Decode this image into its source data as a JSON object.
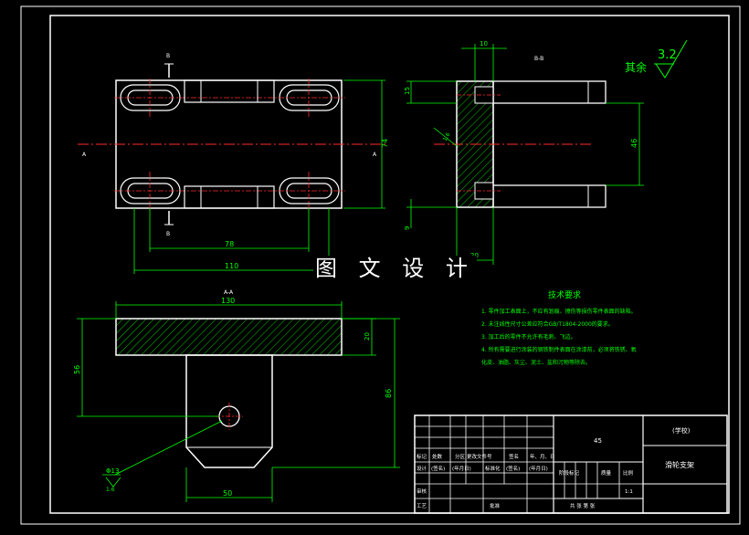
{
  "watermark": "图 文 设 计",
  "colors": {
    "background": "#000000",
    "outline": "#ffffff",
    "dimension": "#00ff00",
    "centerline": "#ff2a2a",
    "section_label": "#ffffff",
    "tech_text": "#00ff00"
  },
  "top_view": {
    "section_mark_top": "B",
    "section_mark_bottom": "B",
    "axis_mark_left": "A",
    "axis_mark_right": "A",
    "dim_height": "74",
    "dim_inner": "78",
    "dim_overall": "110"
  },
  "side_view": {
    "title": "B-B",
    "dim_top": "10",
    "dim_left_top": "15",
    "dim_right": "46",
    "dim_left_bottom": "9",
    "dim_bottom": "20",
    "roughness": "1.6"
  },
  "front_view": {
    "title": "A-A",
    "dim_width": "130",
    "dim_thickness": "20",
    "dim_hole_height": "56",
    "dim_total_height": "86",
    "dim_bottom": "50",
    "hole_label": "Φ13",
    "roughness": "1.6"
  },
  "surface_finish": {
    "label": "其余",
    "value": "3.2"
  },
  "tech_requirements": {
    "title": "技术要求",
    "items": [
      "1. 零件加工表面上，不应有划痕、擦伤等损伤零件表面的缺陷。",
      "2. 未注线性尺寸公差应符合GB/T1804-2000的要求。",
      "3. 加工后的零件不允许有毛刺、飞边。",
      "4. 所有需要进行涂装的钢铁制件表面在涂漆前，必须将铁锈、氧",
      "化皮、油脂、灰尘、泥土、盐和污物等除去。"
    ]
  },
  "title_block": {
    "material": "45",
    "school": "(学校)",
    "part_name": "滑轮支架",
    "scale_label": "比例",
    "scale_value": "1:1",
    "weight_label": "质量",
    "row_labels": [
      "标记",
      "处数",
      "分区",
      "更改文件号",
      "签名",
      "年、月、日"
    ],
    "row2_labels": [
      "设计",
      "(签名)",
      "(年月日)",
      "标准化",
      "(签名)",
      "(年月日)"
    ],
    "bottom_labels": [
      "审核",
      "工艺",
      "批准"
    ],
    "sheet_text": "共 张 第 张",
    "stage_text": "阶段标记"
  }
}
